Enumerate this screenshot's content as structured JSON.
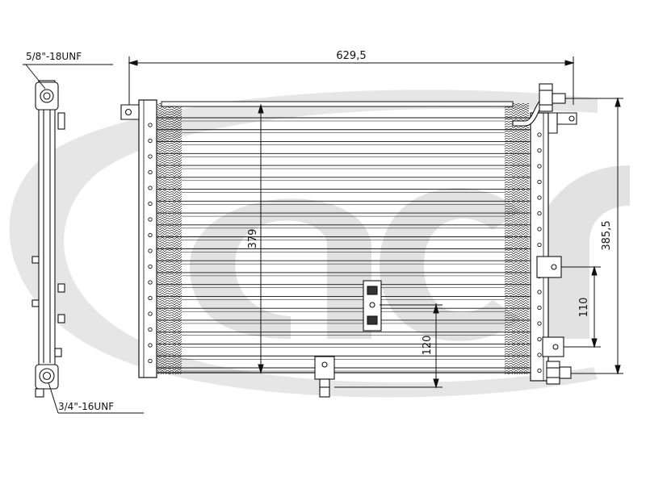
{
  "watermark": {
    "text": "acr",
    "color": "#e4e4e4"
  },
  "labels": {
    "top_fitting_thread": "5/8\"-18UNF",
    "bottom_fitting_thread": "3/4\"-16UNF"
  },
  "dimensions": {
    "overall_width": "629,5",
    "core_height": "379",
    "overall_height": "385,5",
    "bracket_spacing": "110",
    "lower_bracket_height": "120"
  },
  "colors": {
    "line": "#111111",
    "fin": "#222222"
  }
}
